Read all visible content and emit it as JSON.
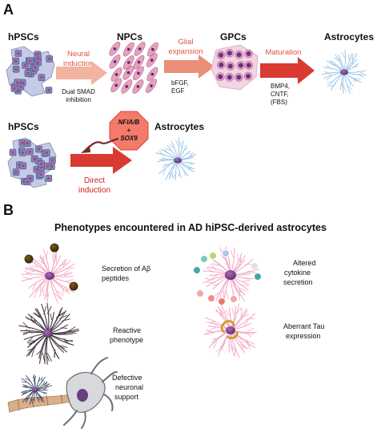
{
  "panel_a": {
    "label": "A",
    "stages": [
      "hPSCs",
      "NPCs",
      "GPCs",
      "Astrocytes"
    ],
    "step1": {
      "title_lines": [
        "Neural",
        "induction"
      ],
      "detail_lines": [
        "Dual SMAD",
        "inhibition"
      ]
    },
    "step2": {
      "title_lines": [
        "Glial",
        "expansion"
      ],
      "detail_lines": [
        "bFGF,",
        "EGF"
      ]
    },
    "step3": {
      "title": "Maturation",
      "detail_lines": [
        "BMP4,",
        "CNTF,",
        "(FBS)"
      ]
    },
    "direct": {
      "source": "hPSCs",
      "factors": [
        "NFIA/B",
        "+",
        "SOX9"
      ],
      "target": "Astrocytes",
      "label_lines": [
        "Direct",
        "induction"
      ]
    }
  },
  "panel_b": {
    "label": "B",
    "title": "Phenotypes encountered in AD hiPSC-derived astrocytes",
    "phenotypes": [
      {
        "lines": [
          "Secretion of Aβ",
          "peptides"
        ]
      },
      {
        "lines": [
          "Altered",
          "cytokine",
          "secretion"
        ]
      },
      {
        "lines": [
          "Reactive",
          "phenotype"
        ]
      },
      {
        "lines": [
          "Aberrant Tau",
          "expression"
        ]
      },
      {
        "lines": [
          "Defective",
          "neuronal",
          "support"
        ]
      }
    ]
  },
  "colors": {
    "arrow_light": "#f2b3a0",
    "arrow_mid": "#ec8f78",
    "arrow_red": "#d93a32",
    "step_text": "#e0533f",
    "direct_text": "#d21f1f",
    "octagon_fill": "#f47a6b",
    "astro_pink": "#f2a6c6",
    "astro_blue": "#9cc6e6",
    "astro_dark": "#4a3b44",
    "nucleus": "#7a3a8c",
    "ps_cell": "#7f87b5",
    "npc_cell": "#e7a0bd",
    "gpc_cell": "#dea3c7"
  }
}
